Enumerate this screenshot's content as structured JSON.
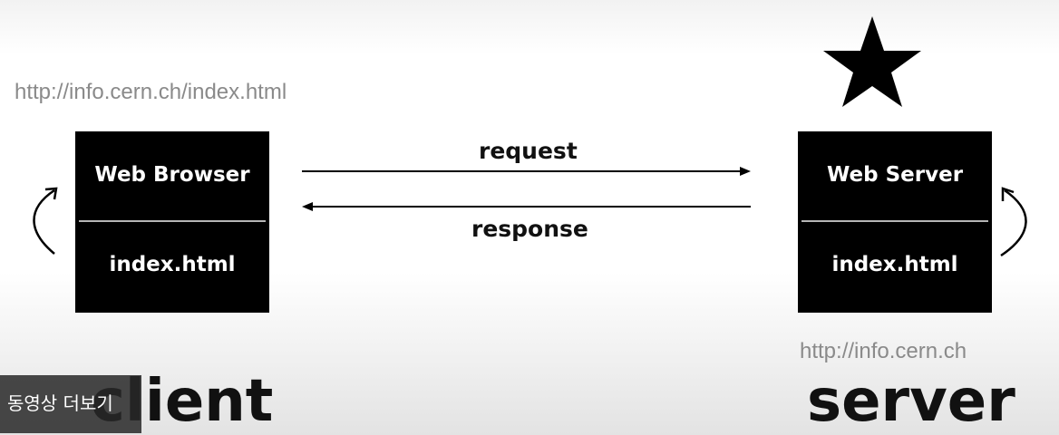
{
  "client": {
    "url": "http://info.cern.ch/index.html",
    "box_top": "Web Browser",
    "box_bottom": "index.html",
    "title": "client"
  },
  "server": {
    "url": "http://info.cern.ch",
    "box_top": "Web Server",
    "box_bottom": "index.html",
    "title": "server"
  },
  "arrows": {
    "request": "request",
    "response": "response"
  },
  "overlay": {
    "more_videos": "동영상 더보기"
  },
  "icons": {
    "star": "star-icon",
    "client_cycle": "curved-arrow-icon",
    "server_cycle": "curved-arrow-icon"
  }
}
